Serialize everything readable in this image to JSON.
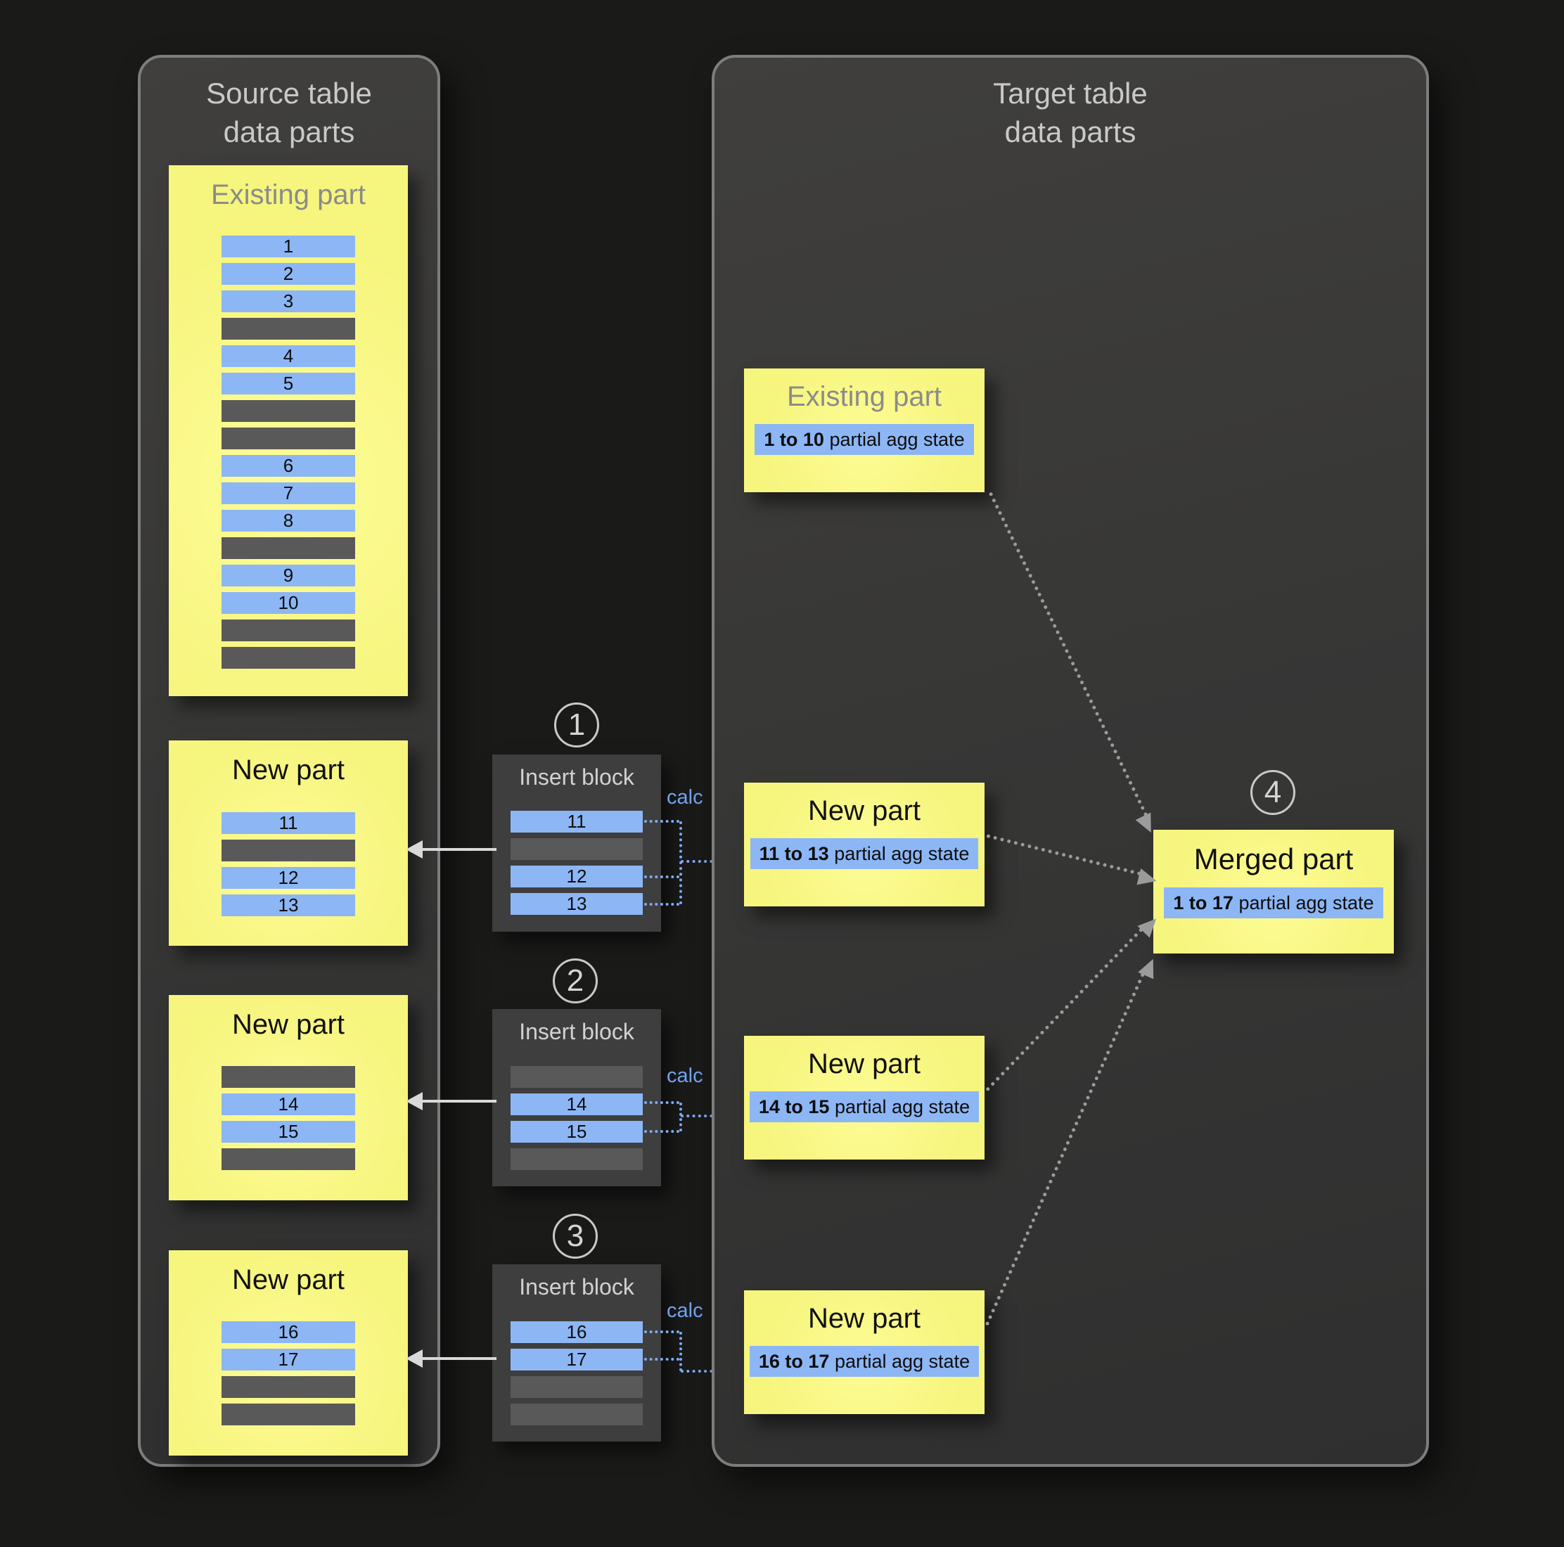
{
  "source_panel": {
    "title": "Source table\ndata parts",
    "existing_part": {
      "title": "Existing part",
      "rows": [
        "1",
        "2",
        "3",
        null,
        "4",
        "5",
        null,
        null,
        "6",
        "7",
        "8",
        null,
        "9",
        "10",
        null,
        null
      ]
    },
    "new_parts": [
      {
        "title": "New part",
        "rows": [
          "11",
          null,
          "12",
          "13"
        ]
      },
      {
        "title": "New part",
        "rows": [
          null,
          "14",
          "15",
          null
        ]
      },
      {
        "title": "New part",
        "rows": [
          "16",
          "17",
          null,
          null
        ]
      }
    ]
  },
  "insert_blocks": [
    {
      "badge": "1",
      "title": "Insert block",
      "calc_label": "calc",
      "rows": [
        "11",
        null,
        "12",
        "13"
      ]
    },
    {
      "badge": "2",
      "title": "Insert block",
      "calc_label": "calc",
      "rows": [
        null,
        "14",
        "15",
        null
      ]
    },
    {
      "badge": "3",
      "title": "Insert block",
      "calc_label": "calc",
      "rows": [
        "16",
        "17",
        null,
        null
      ]
    }
  ],
  "target_panel": {
    "title": "Target table\ndata parts",
    "existing_part": {
      "title": "Existing part",
      "agg_range": "1 to 10",
      "agg_suffix": " partial agg state"
    },
    "new_parts": [
      {
        "title": "New part",
        "agg_range": "11 to 13",
        "agg_suffix": " partial agg state"
      },
      {
        "title": "New part",
        "agg_range": "14 to 15",
        "agg_suffix": " partial agg state"
      },
      {
        "title": "New part",
        "agg_range": "16 to 17",
        "agg_suffix": " partial agg state"
      }
    ],
    "merged_part": {
      "badge": "4",
      "title": "Merged part",
      "agg_range": "1 to 17",
      "agg_suffix": " partial agg state"
    }
  },
  "colors": {
    "background": "#1a1a19",
    "panel_bg": "#373736",
    "panel_border": "#7d7d7d",
    "part_yellow": "#f6f57e",
    "row_blue": "#8db6f5",
    "row_gray": "#595959",
    "calc_blue": "#74a2f0",
    "solid_arrow_gray": "#d9d9d9",
    "dotted_arrow_gray": "#9b9b9b"
  }
}
